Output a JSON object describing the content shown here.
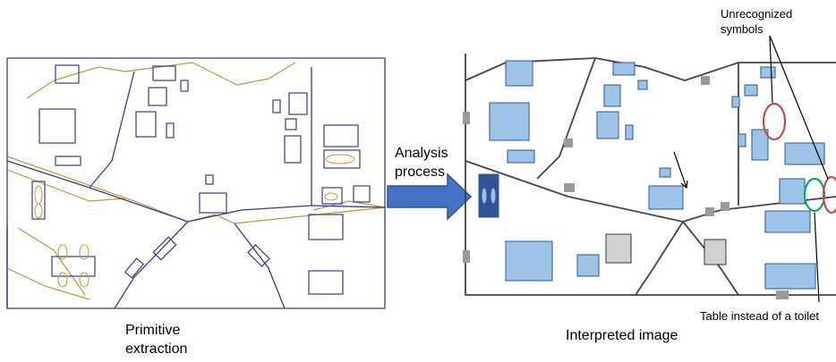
{
  "labels": {
    "primitive_line1": "Primitive",
    "primitive_line2": "extraction",
    "analysis_line1": "Analysis",
    "analysis_line2": "process",
    "interpreted": "Interpreted image",
    "unrecognized_line1": "Unrecognized",
    "unrecognized_line2": "symbols",
    "table_instead": "Table instead of a toilet"
  },
  "colors": {
    "wall_primitive": "#3a3a8c",
    "wall_orange": "#c8923a",
    "wall_interpreted": "#444444",
    "symbol_fill": "#9dc3e6",
    "symbol_stroke": "#2f5597",
    "arrow_fill": "#4472c4",
    "arrow_stroke": "#2f528f",
    "circle_red": "#c0504d",
    "circle_green": "#00b050"
  }
}
